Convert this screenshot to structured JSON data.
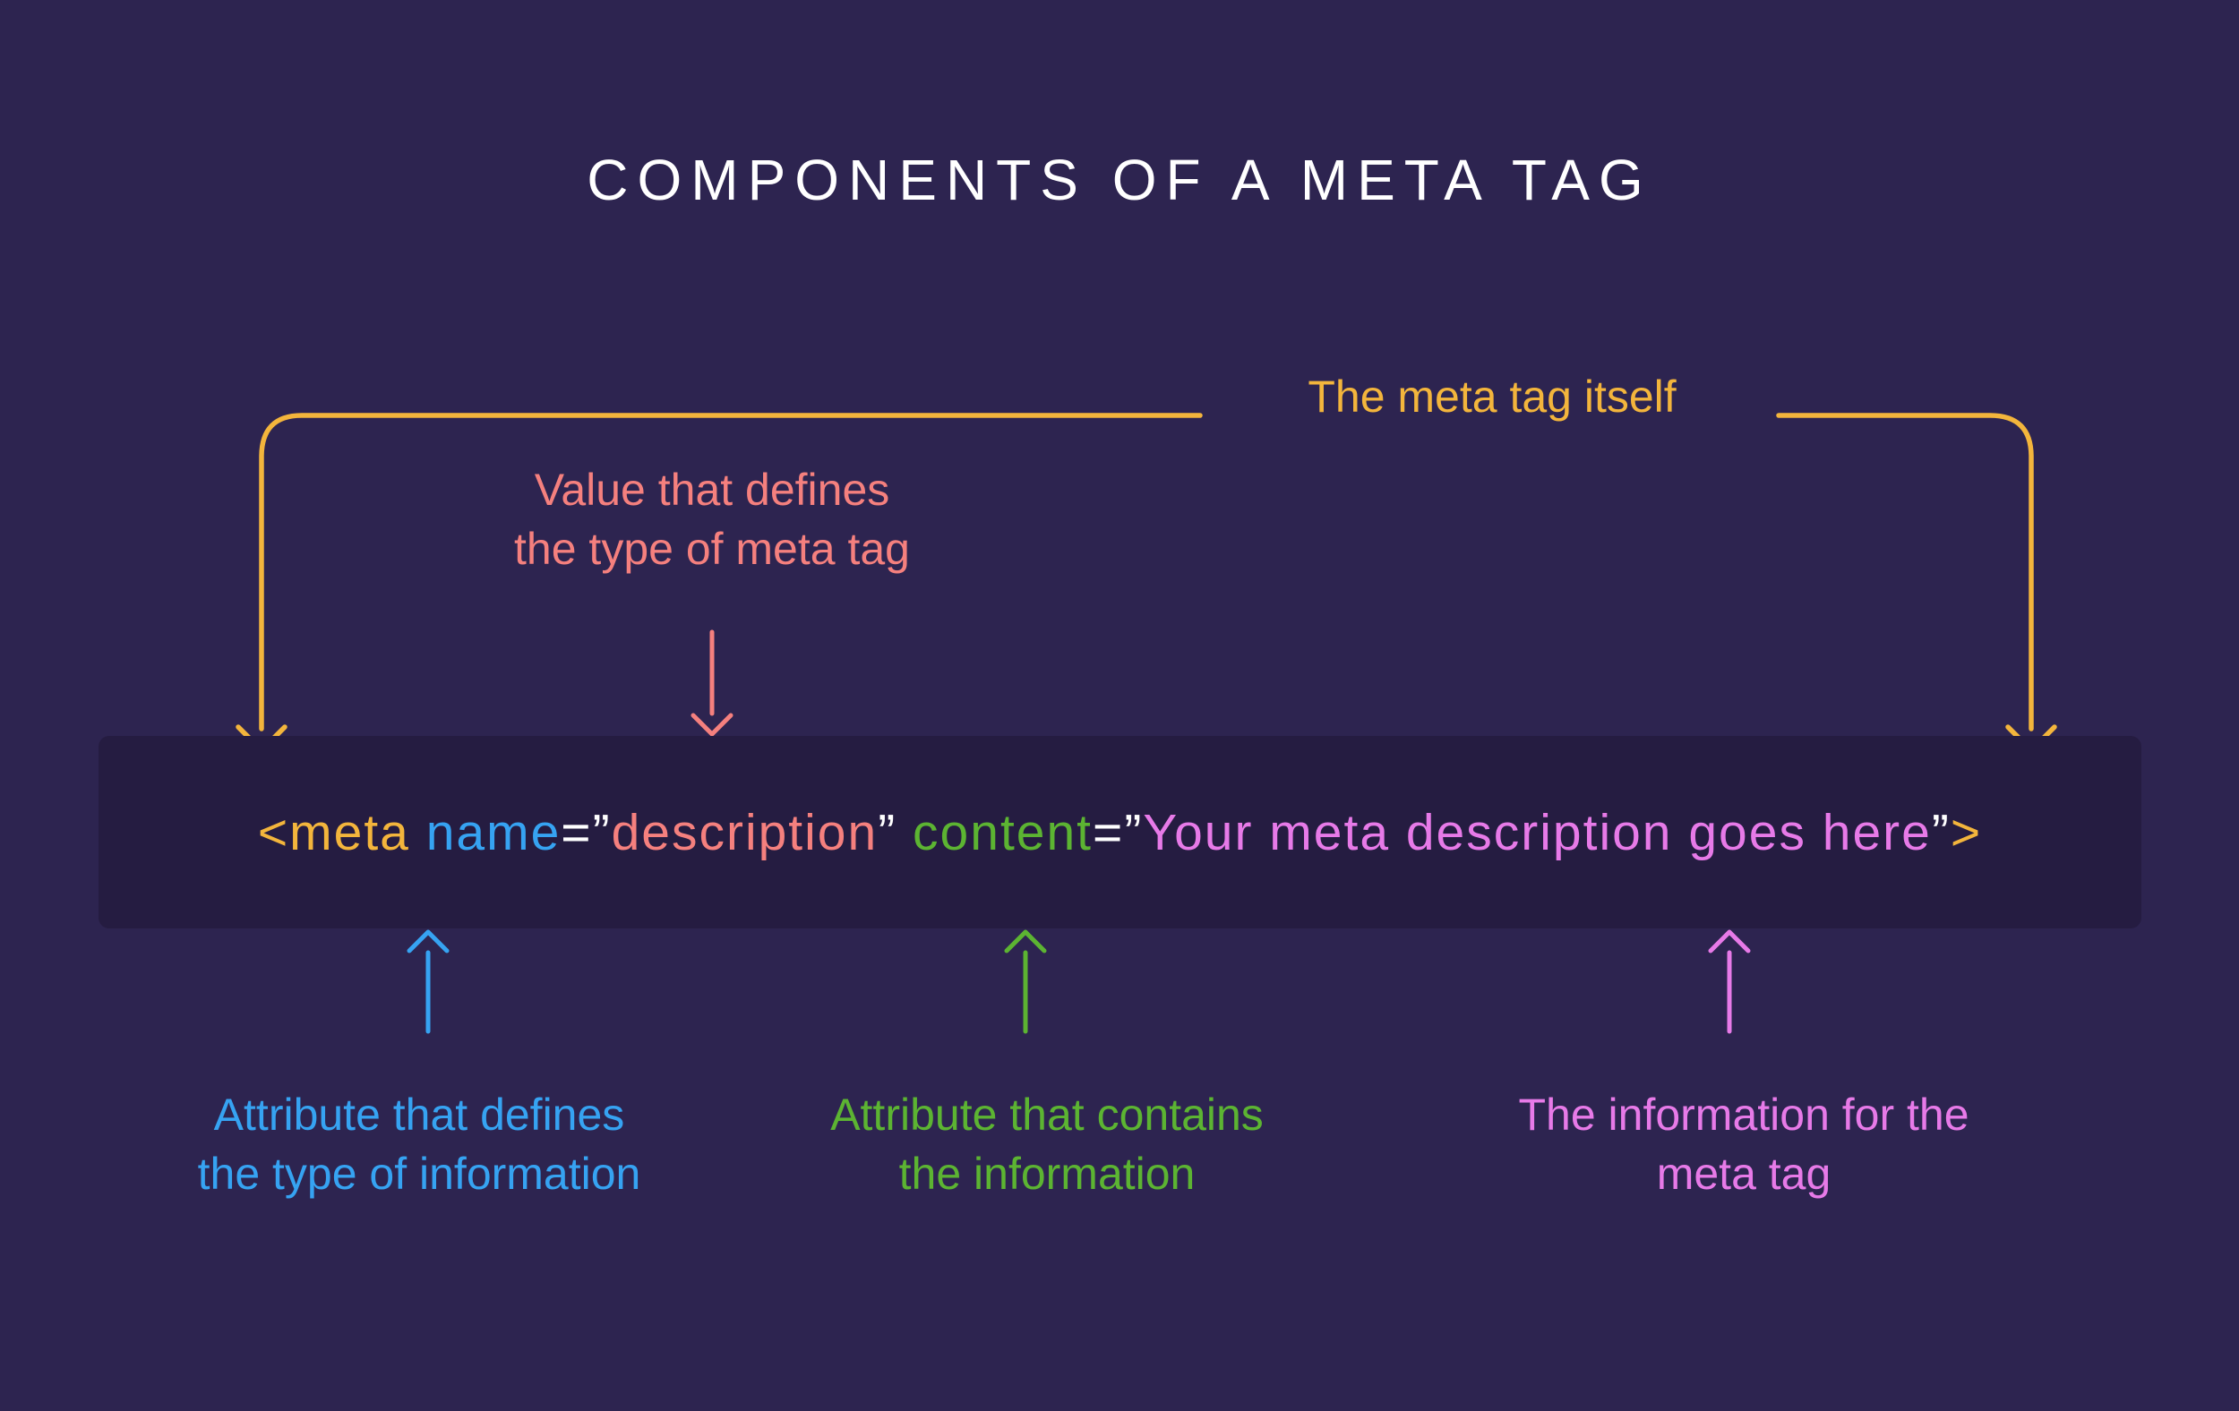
{
  "page": {
    "title": "COMPONENTS OF A META TAG"
  },
  "colors": {
    "background": "#2D2450",
    "code_box": "#251C41",
    "yellow": "#F3B53C",
    "salmon": "#F5807E",
    "blue": "#36A3F2",
    "green": "#5CB432",
    "orchid": "#E77AE8",
    "white": "#FFFFFF"
  },
  "annotations": {
    "meta_tag": {
      "label": "The meta tag itself"
    },
    "value": {
      "line1": "Value that defines",
      "line2": "the type of meta tag"
    },
    "name_attribute": {
      "line1": "Attribute that defines",
      "line2": "the type of information"
    },
    "content_attribute": {
      "line1": "Attribute that contains",
      "line2": "the information"
    },
    "information": {
      "line1": "The information for the",
      "line2": "meta tag"
    }
  },
  "code": {
    "tokens": [
      {
        "text": "<meta",
        "color": "yellow"
      },
      {
        "text": " name",
        "color": "blue"
      },
      {
        "text": "=",
        "color": "white"
      },
      {
        "text": "”",
        "color": "white"
      },
      {
        "text": "description",
        "color": "salmon"
      },
      {
        "text": "”",
        "color": "white"
      },
      {
        "text": " content",
        "color": "green"
      },
      {
        "text": "=",
        "color": "white"
      },
      {
        "text": "”",
        "color": "white"
      },
      {
        "text": "Your meta description goes here",
        "color": "orchid"
      },
      {
        "text": "”",
        "color": "white"
      },
      {
        "text": ">",
        "color": "yellow"
      }
    ]
  }
}
